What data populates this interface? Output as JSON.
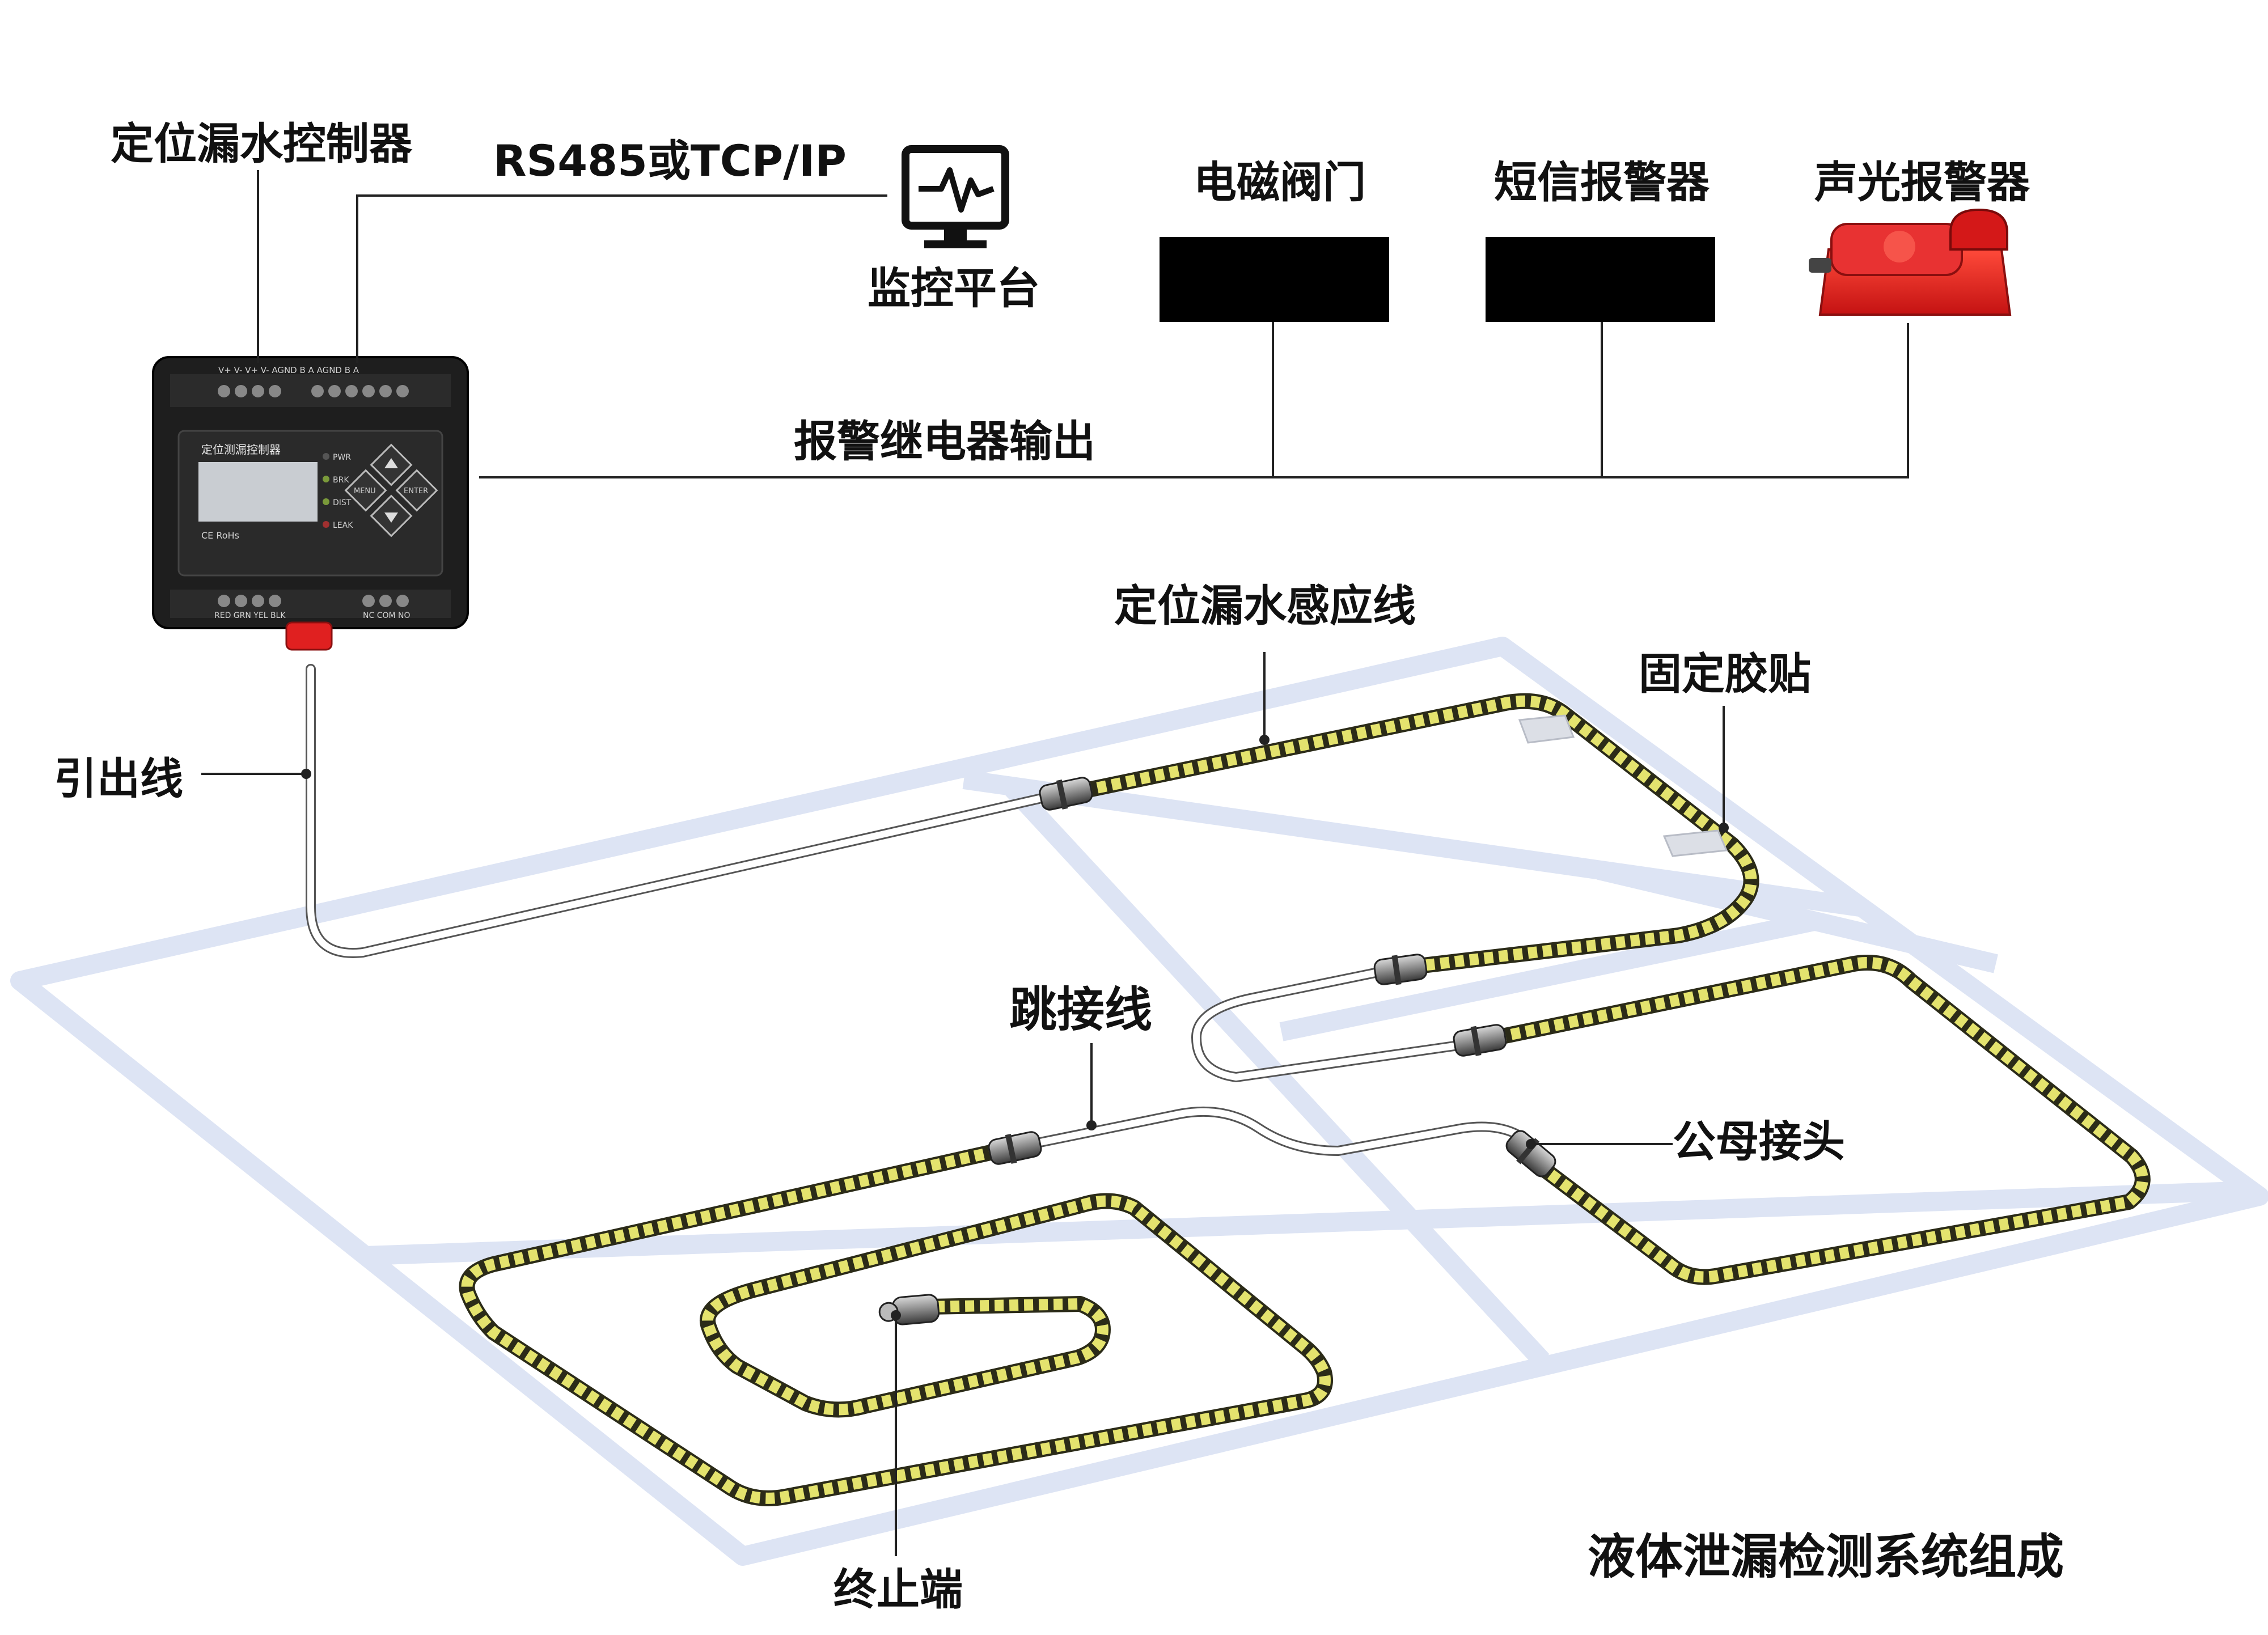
{
  "labels": {
    "controller": "定位漏水控制器",
    "protocol": "RS485或TCP/IP",
    "monitor_platform": "监控平台",
    "solenoid_valve": "电磁阀门",
    "sms_alarm": "短信报警器",
    "sound_light_alarm": "声光报警器",
    "relay_output": "报警继电器输出",
    "sensing_cable": "定位漏水感应线",
    "adhesive_clip": "固定胶贴",
    "lead_cable": "引出线",
    "jumper_cable": "跳接线",
    "connector": "公母接头",
    "terminator": "终止端",
    "system_title": "液体泄漏检测系统组成"
  },
  "device": {
    "panel_title": "定位测漏控制器",
    "top_terminals": "V+   V-   V+   V-         AGND  B    A   AGND  B    A",
    "leds": [
      "PWR",
      "BRK",
      "DIST",
      "LEAK"
    ],
    "buttons": {
      "menu": "MENU",
      "enter": "ENTER"
    },
    "certification": "CE RoHs",
    "bottom_left_terminals": "RED GRN YEL BLK",
    "bottom_right_terminals": "NC  COM  NO"
  },
  "colors": {
    "sensing_cable": "#e4e36e",
    "alarm_red": "#e02020",
    "floor_grid": "#dde4f4",
    "device_body": "#1e1e1e"
  }
}
